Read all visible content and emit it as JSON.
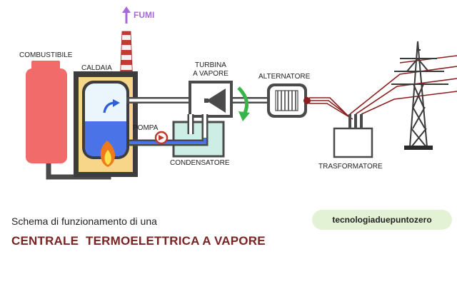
{
  "labels": {
    "fumi": "FUMI",
    "combustibile": "COMBUSTIBILE",
    "caldaia": "CALDAIA",
    "turbina_line1": "TURBINA",
    "turbina_line2": "A VAPORE",
    "alternatore": "ALTERNATORE",
    "pompa": "POMPA",
    "condensatore": "CONDENSATORE",
    "trasformatore": "TRASFORMATORE"
  },
  "caption": {
    "line1": "Schema di funzionamento di una",
    "line2": "CENTRALE  TERMOELETTRICA A VAPORE"
  },
  "brand": "tecnologiaduepuntozero",
  "colors": {
    "fuel_tank": "#f26b6b",
    "boiler_fill": "#f7d68a",
    "water": "#4a73e8",
    "condenser": "#cdeee5",
    "pipe": "#4a4a4a",
    "smoke_arrow": "#a66ad8",
    "rotation_arrow": "#38b54a",
    "power_line": "#8b1f1f",
    "caption_title": "#7a2323",
    "badge_bg": "#e3f2d5"
  },
  "icons": [
    "flame-icon",
    "rotation-arrow-icon",
    "steam-arrow-icon",
    "smoke-arrow-icon",
    "pump-icon"
  ]
}
